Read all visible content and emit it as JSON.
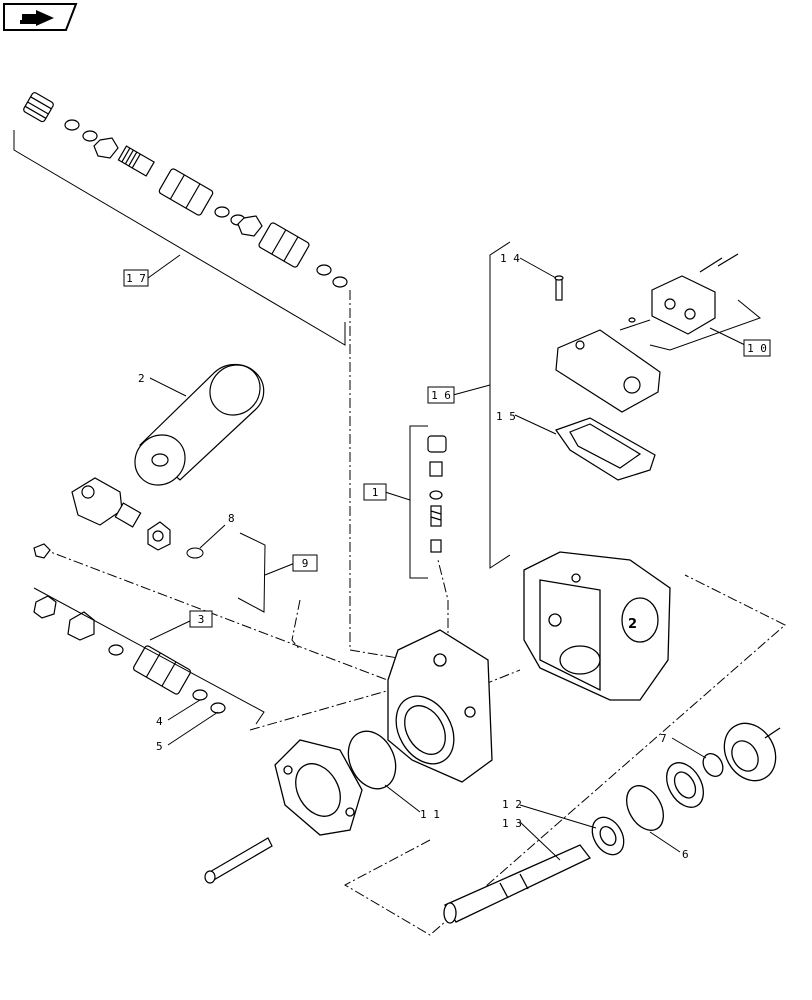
{
  "navigation": {
    "icon": "return-arrow-icon"
  },
  "callouts": {
    "c1": "1",
    "c2": "2",
    "c3": "3",
    "c4": "4",
    "c5": "5",
    "c6": "6",
    "c7": "7",
    "c8": "8",
    "c9": "9",
    "c10": "1 0",
    "c11": "1 1",
    "c12": "1 2",
    "c13": "1 3",
    "c14": "1 4",
    "c15": "1 5",
    "c16": "1 6",
    "c17": "1 7"
  },
  "housing_marking": "2"
}
